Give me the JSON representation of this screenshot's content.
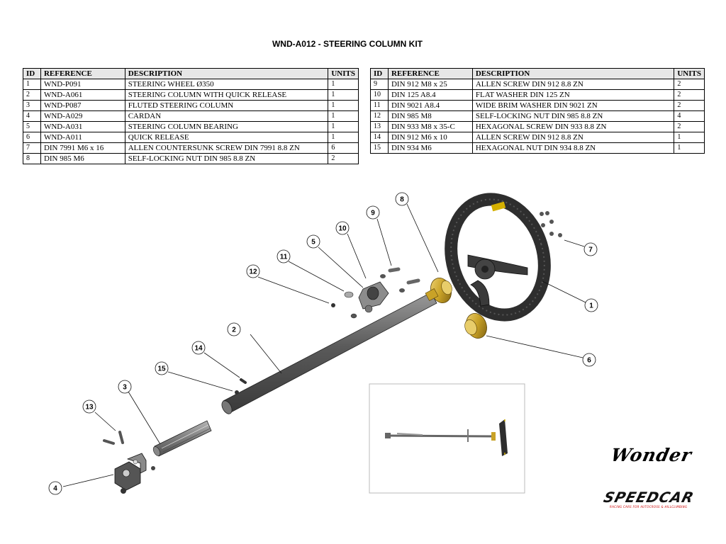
{
  "title": "WND-A012 - STEERING COLUMN KIT",
  "columns": {
    "id": "ID",
    "reference": "REFERENCE",
    "description": "DESCRIPTION",
    "units": "UNITS"
  },
  "parts_left": [
    {
      "id": "1",
      "reference": "WND-P091",
      "description": "STEERING WHEEL Ø350",
      "units": "1"
    },
    {
      "id": "2",
      "reference": "WND-A061",
      "description": "STEERING COLUMN WITH QUICK RELEASE",
      "units": "1"
    },
    {
      "id": "3",
      "reference": "WND-P087",
      "description": "FLUTED STEERING COLUMN",
      "units": "1"
    },
    {
      "id": "4",
      "reference": "WND-A029",
      "description": "CARDAN",
      "units": "1"
    },
    {
      "id": "5",
      "reference": "WND-A031",
      "description": "STEERING COLUMN BEARING",
      "units": "1"
    },
    {
      "id": "6",
      "reference": "WND-A011",
      "description": "QUICK RELEASE",
      "units": "1"
    },
    {
      "id": "7",
      "reference": "DIN 7991 M6 x 16",
      "description": "ALLEN COUNTERSUNK SCREW DIN 7991 8.8 ZN",
      "units": "6"
    },
    {
      "id": "8",
      "reference": "DIN 985 M6",
      "description": "SELF-LOCKING NUT  DIN 985 8.8 ZN",
      "units": "2"
    }
  ],
  "parts_right": [
    {
      "id": "9",
      "reference": "DIN 912 M8 x 25",
      "description": "ALLEN SCREW DIN 912 8.8 ZN",
      "units": "2"
    },
    {
      "id": "10",
      "reference": "DIN 125 A8.4",
      "description": "FLAT WASHER DIN 125 ZN",
      "units": "2"
    },
    {
      "id": "11",
      "reference": "DIN 9021 A8.4",
      "description": "WIDE BRIM WASHER DIN 9021 ZN",
      "units": "2"
    },
    {
      "id": "12",
      "reference": "DIN 985 M8",
      "description": "SELF-LOCKING NUT  DIN 985 8.8 ZN",
      "units": "4"
    },
    {
      "id": "13",
      "reference": "DIN 933 M8 x 35-C",
      "description": "HEXAGONAL SCREW DIN 933 8.8 ZN",
      "units": "2"
    },
    {
      "id": "14",
      "reference": "DIN 912 M6 x 10",
      "description": "ALLEN SCREW DIN 912 8.8 ZN",
      "units": "1"
    },
    {
      "id": "15",
      "reference": "DIN 934 M6",
      "description": "HEXAGONAL NUT DIN 934 8.8 ZN",
      "units": "1"
    }
  ],
  "callouts": [
    "1",
    "2",
    "3",
    "4",
    "5",
    "6",
    "7",
    "8",
    "9",
    "10",
    "11",
    "12",
    "13",
    "14",
    "15"
  ],
  "branding": {
    "logo_text": "Wonder",
    "logo2_text": "SPEEDCAR",
    "tagline": "RACING CARS FOR AUTOCROSS & HILLCLIMBING"
  },
  "colors": {
    "tube": "#6b6b6b",
    "gold": "#c9a227",
    "wheel": "#2e2e2e",
    "accent": "#d4b000",
    "brand_red": "#cc0000"
  }
}
